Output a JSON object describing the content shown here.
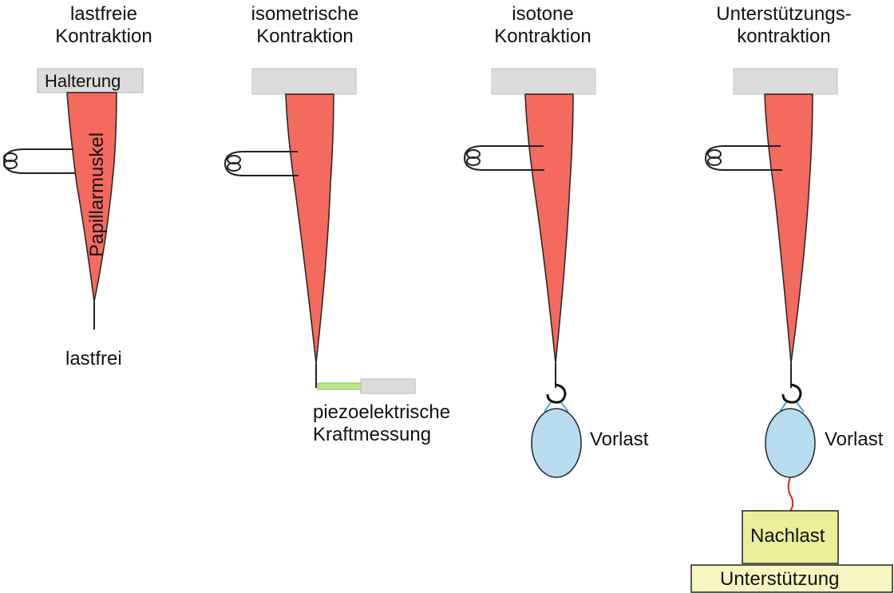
{
  "panels": [
    {
      "title_line1": "lastfreie",
      "title_line2": "Kontraktion",
      "holder_label": "Halterung",
      "muscle_label": "Papillarmuskel",
      "bottom_label": "lastfrei"
    },
    {
      "title_line1": "isometrische",
      "title_line2": "Kontraktion",
      "sensor_label_line1": "piezoelektrische",
      "sensor_label_line2": "Kraftmessung"
    },
    {
      "title_line1": "isotone",
      "title_line2": "Kontraktion",
      "preload_label": "Vorlast"
    },
    {
      "title_line1": "Unterstützungs-",
      "title_line2": "kontraktion",
      "preload_label": "Vorlast",
      "afterload_label": "Nachlast",
      "support_label": "Unterstützung"
    }
  ],
  "colors": {
    "muscle": "#f46a5e",
    "holder": "#dcdcdc",
    "weight": "#b8dcef",
    "afterload": "#eaef9a",
    "support": "#f8f6c0",
    "sensor_rod": "#b9e88a",
    "red_thread": "#e0201a"
  }
}
